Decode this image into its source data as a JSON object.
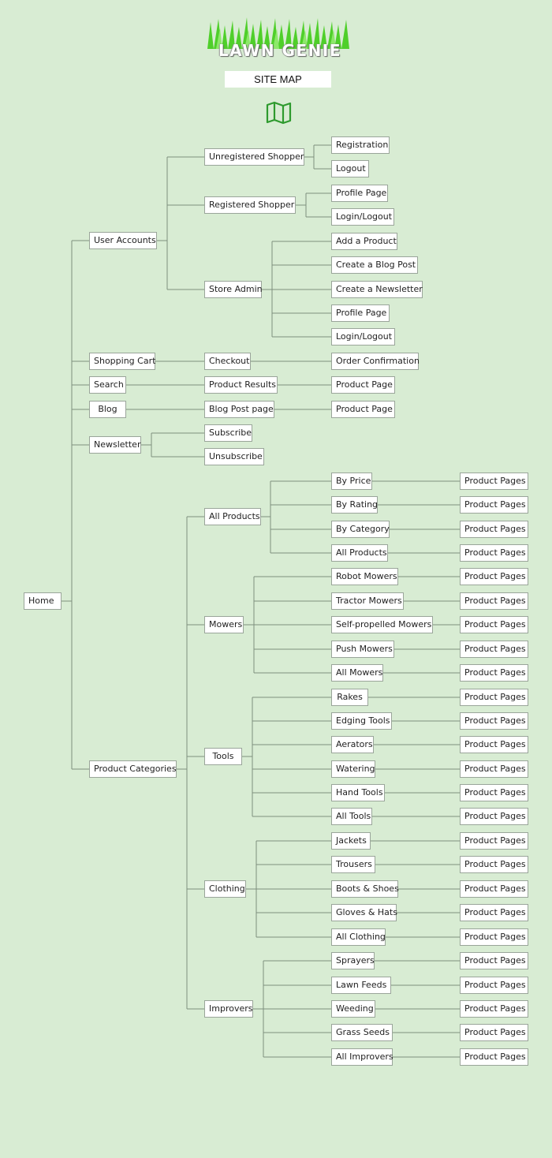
{
  "header": {
    "logo_text": "LAWN GENIE",
    "title": "SITE MAP",
    "map_icon": "map-icon"
  },
  "colors": {
    "background": "#d8ecd3",
    "node_fill": "#ffffff",
    "node_border": "#9aa59a",
    "connector": "#7e8f7e",
    "icon_green": "#2e9a2e",
    "grass_green": "#4fcf2a"
  },
  "nodes": {
    "home": "Home",
    "user_accounts": "User Accounts",
    "unregistered_shopper": "Unregistered Shopper",
    "registration": "Registration",
    "logout": "Logout",
    "registered_shopper": "Registered Shopper",
    "profile_page_1": "Profile Page",
    "login_logout_1": "Login/Logout",
    "store_admin": "Store Admin",
    "add_product": "Add a Product",
    "create_blog_post": "Create a Blog Post",
    "create_newsletter": "Create a Newsletter",
    "profile_page_2": "Profile Page",
    "login_logout_2": "Login/Logout",
    "shopping_cart": "Shopping Cart",
    "checkout": "Checkout",
    "order_confirmation": "Order Confirmation",
    "search": "Search",
    "product_results": "Product Results",
    "product_page_1": "Product Page",
    "blog": "Blog",
    "blog_post_page": "Blog Post page",
    "product_page_2": "Product Page",
    "newsletter": "Newsletter",
    "subscribe": "Subscribe",
    "unsubscribe": "Unsubscribe",
    "product_categories": "Product Categories",
    "all_products": "All Products",
    "by_price": "By Price",
    "by_rating": "By Rating",
    "by_category": "By Category",
    "all_products_sub": "All Products",
    "mowers": "Mowers",
    "robot_mowers": "Robot Mowers",
    "tractor_mowers": "Tractor Mowers",
    "self_propelled_mowers": "Self-propelled Mowers",
    "push_mowers": "Push Mowers",
    "all_mowers": "All Mowers",
    "tools": "Tools",
    "rakes": "Rakes",
    "edging_tools": "Edging Tools",
    "aerators": "Aerators",
    "watering": "Watering",
    "hand_tools": "Hand Tools",
    "all_tools": "All Tools",
    "clothing": "Clothing",
    "jackets": "Jackets",
    "trousers": "Trousers",
    "boots_shoes": "Boots & Shoes",
    "gloves_hats": "Gloves & Hats",
    "all_clothing": "All Clothing",
    "improvers": "Improvers",
    "sprayers": "Sprayers",
    "lawn_feeds": "Lawn Feeds",
    "weeding": "Weeding",
    "grass_seeds": "Grass Seeds",
    "all_improvers": "All Improvers",
    "product_pages": "Product Pages"
  }
}
